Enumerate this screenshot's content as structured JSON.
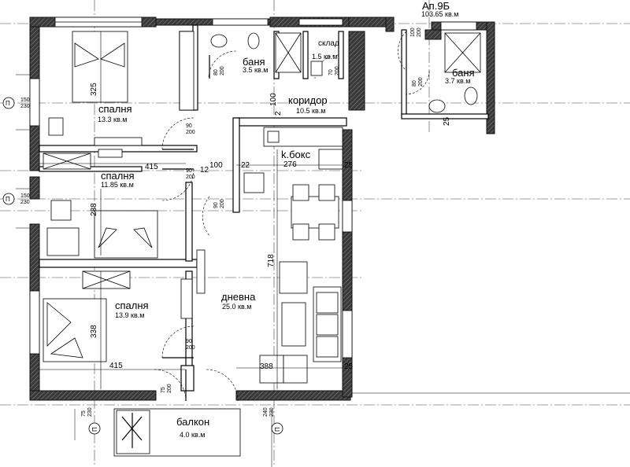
{
  "apartment": {
    "title": "Ап.9Б",
    "area": "103.65 кв.м"
  },
  "rooms": [
    {
      "id": "bed1",
      "name": "спалня",
      "area": "13.3 кв.м"
    },
    {
      "id": "bed2",
      "name": "спалня",
      "area": "11.85 кв.м"
    },
    {
      "id": "bed3",
      "name": "спалня",
      "area": "13.9 кв.м"
    },
    {
      "id": "bath1",
      "name": "баня",
      "area": "3.5 кв.м"
    },
    {
      "id": "storage",
      "name": "склад",
      "area": "1.5 кв.м"
    },
    {
      "id": "bath2",
      "name": "баня",
      "area": "3.7 кв.м"
    },
    {
      "id": "corridor",
      "name": "коридор",
      "area": "10.5 кв.м"
    },
    {
      "id": "kitchen",
      "name": "k.бокс",
      "area": ""
    },
    {
      "id": "living",
      "name": "дневна",
      "area": "25.0 кв.м"
    },
    {
      "id": "balcony",
      "name": "балкон",
      "area": "4.0 кв.м"
    }
  ],
  "dimensions": {
    "d325": "325",
    "d288": "288",
    "d338": "338",
    "d718": "718",
    "d415a": "415",
    "d415b": "415",
    "d388": "388",
    "d276": "276",
    "d100a": "100",
    "d100b": "100",
    "d12": "12",
    "d22": "22",
    "d25a": "25",
    "d25b": "25",
    "d25c": "25",
    "d2": "2"
  },
  "doors": {
    "door_90_200": [
      "90",
      "200"
    ],
    "door_80_200": [
      "80",
      "200"
    ],
    "door_70_200": [
      "70",
      "200"
    ],
    "door_100_200": [
      "100",
      "200"
    ],
    "door_75_200": [
      "75",
      "200"
    ]
  },
  "axes": {
    "markers": [
      "П",
      "П",
      "П",
      "П"
    ],
    "side_dims": [
      "150",
      "230",
      "150",
      "230",
      "75",
      "230",
      "240",
      "230"
    ]
  },
  "colors": {
    "wall": "#222222",
    "hatch": "#555555",
    "line": "#000000",
    "axisline": "#444444"
  }
}
